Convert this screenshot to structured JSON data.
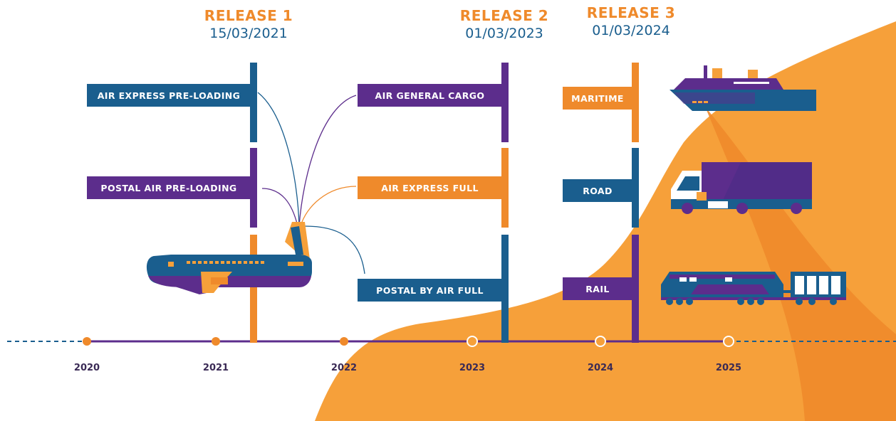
{
  "colors": {
    "orange": "#EF8A2B",
    "orange_light": "#F6A03A",
    "purple": "#5C2D8C",
    "blue": "#1A5E8E",
    "text_dark": "#3a2a55"
  },
  "releases": [
    {
      "title": "RELEASE 1",
      "date": "15/03/2021"
    },
    {
      "title": "RELEASE 2",
      "date": "01/03/2023"
    },
    {
      "title": "RELEASE 3",
      "date": "01/03/2024"
    }
  ],
  "signs": [
    {
      "label": "AIR EXPRESS PRE-LOADING",
      "color": "blue"
    },
    {
      "label": "POSTAL AIR PRE-LOADING",
      "color": "purple"
    },
    {
      "label": "AIR GENERAL CARGO",
      "color": "purple"
    },
    {
      "label": "AIR EXPRESS FULL",
      "color": "orange"
    },
    {
      "label": "POSTAL BY AIR FULL",
      "color": "blue"
    },
    {
      "label": "MARITIME",
      "color": "orange"
    },
    {
      "label": "ROAD",
      "color": "blue"
    },
    {
      "label": "RAIL",
      "color": "purple"
    }
  ],
  "timeline": {
    "years": [
      "2020",
      "2021",
      "2022",
      "2023",
      "2024",
      "2025"
    ]
  },
  "icons": [
    "airplane-icon",
    "ship-icon",
    "truck-icon",
    "train-icon"
  ]
}
